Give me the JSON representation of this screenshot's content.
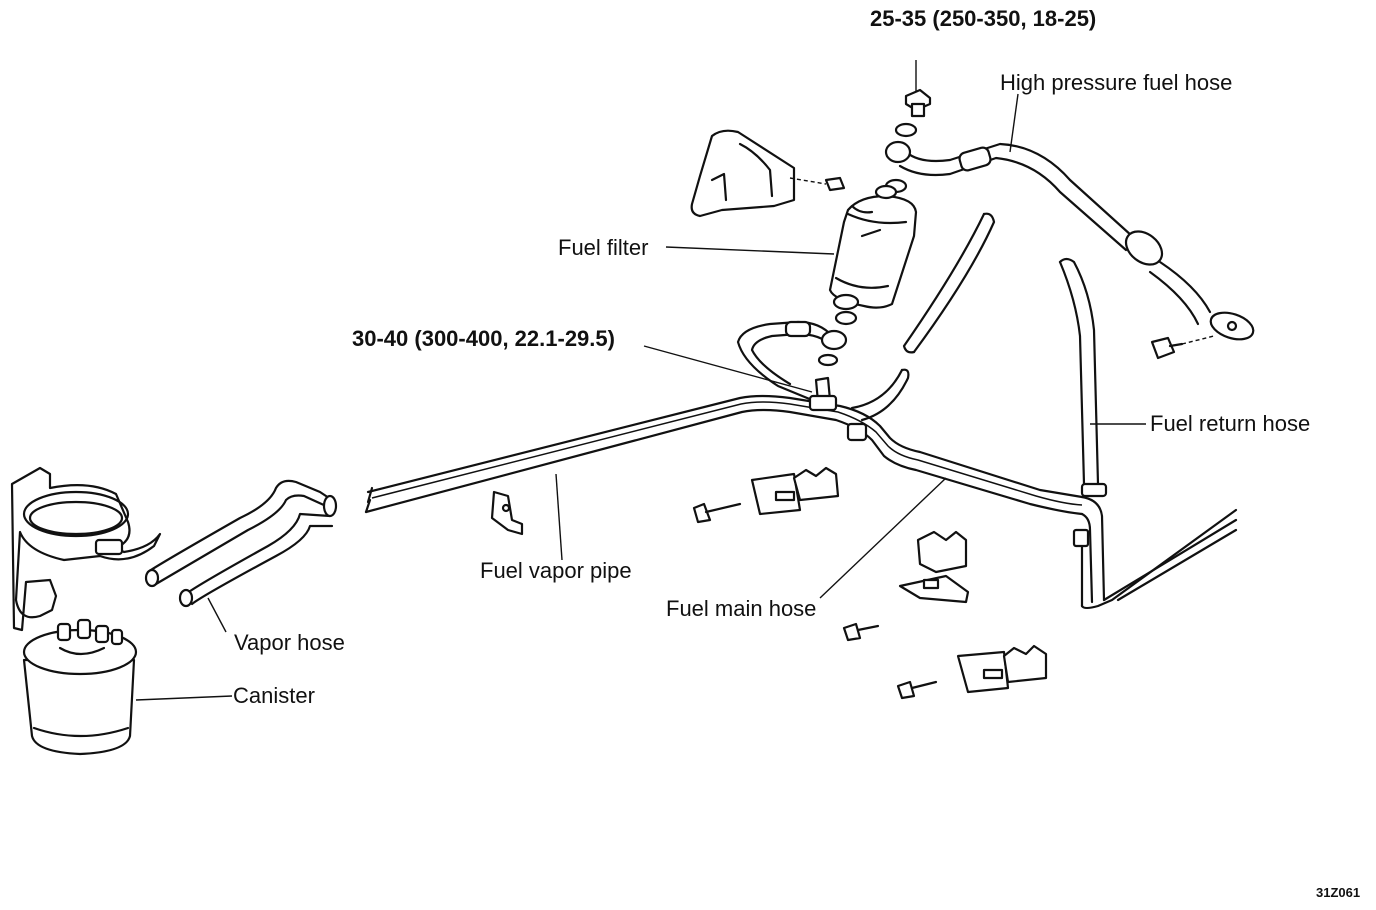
{
  "labels": {
    "torque_filter_top": "25-35 (250-350, 18-25)",
    "high_pressure_fuel_hose": "High pressure fuel hose",
    "fuel_filter": "Fuel filter",
    "torque_filter_bottom": "30-40 (300-400, 22.1-29.5)",
    "fuel_return_hose": "Fuel return hose",
    "fuel_vapor_pipe": "Fuel vapor pipe",
    "fuel_main_hose": "Fuel main hose",
    "vapor_hose": "Vapor hose",
    "canister": "Canister",
    "figure_code": "31Z061"
  },
  "colors": {
    "ink": "#111111",
    "background": "#ffffff"
  }
}
